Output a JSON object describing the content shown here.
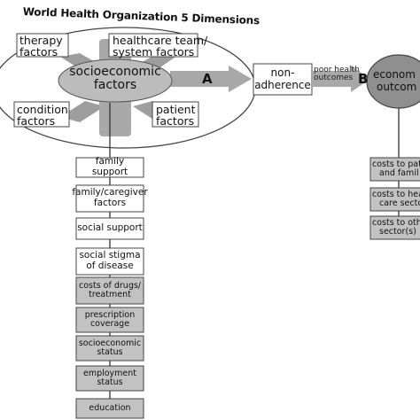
{
  "title": "World Health Organization 5 Dimensions",
  "center": [
    "socioeconomic",
    "factors"
  ],
  "factors": {
    "therapy": [
      "therapy",
      "factors"
    ],
    "healthcare": [
      "healthcare team/",
      "system factors"
    ],
    "condition": [
      "condition",
      "factors"
    ],
    "patient": [
      "patient",
      "factors"
    ]
  },
  "arrow_labels": {
    "a": "A",
    "b": "B"
  },
  "nonadherence": [
    "non-",
    "adherence"
  ],
  "poor_health": [
    "poor health",
    "outcomes"
  ],
  "economic": [
    "econom",
    "outcom"
  ],
  "left_list": [
    {
      "lines": [
        "family support"
      ],
      "shaded": false
    },
    {
      "lines": [
        "family/caregiver",
        "factors"
      ],
      "shaded": false
    },
    {
      "lines": [
        "social support"
      ],
      "shaded": false
    },
    {
      "lines": [
        "social stigma",
        "of disease"
      ],
      "shaded": false
    },
    {
      "lines": [
        "costs of drugs/",
        "treatment"
      ],
      "shaded": true
    },
    {
      "lines": [
        "prescription",
        "coverage"
      ],
      "shaded": true
    },
    {
      "lines": [
        "socioeconomic",
        "status"
      ],
      "shaded": true
    },
    {
      "lines": [
        "employment",
        "status"
      ],
      "shaded": true
    },
    {
      "lines": [
        "education"
      ],
      "shaded": true
    }
  ],
  "right_list": [
    {
      "lines": [
        "costs to pati",
        "and famil"
      ]
    },
    {
      "lines": [
        "costs to hea",
        "care secto"
      ]
    },
    {
      "lines": [
        "costs to oth",
        "sector(s)"
      ]
    }
  ],
  "colors": {
    "shaded_box": "#c2c2c2",
    "arrow": "#a8a8a8",
    "economic_ellipse": "#8f8f8f",
    "line": "#333333"
  }
}
